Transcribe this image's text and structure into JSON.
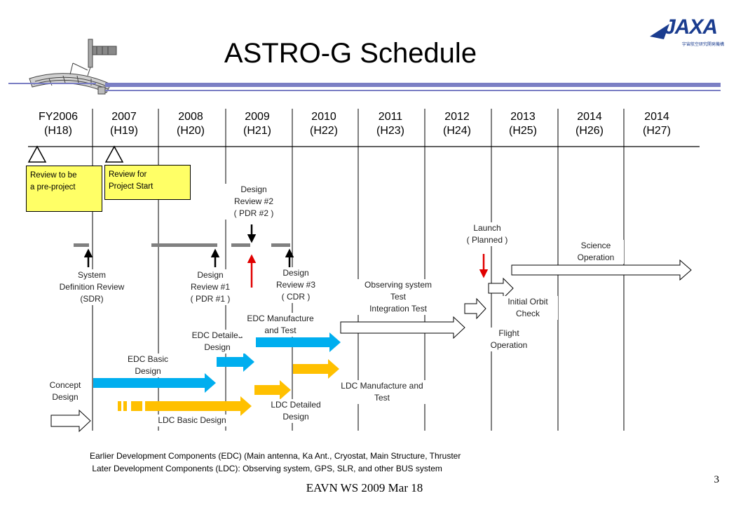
{
  "title": "ASTRO-G Schedule",
  "logo_text": "JAXA",
  "logo_subtext": "宇宙航空研究開発機構",
  "years": [
    {
      "fy": "FY2006",
      "h": "(H18)"
    },
    {
      "fy": "2007",
      "h": "(H19)"
    },
    {
      "fy": "2008",
      "h": "(H20)"
    },
    {
      "fy": "2009",
      "h": "(H21)"
    },
    {
      "fy": "2010",
      "h": "(H22)"
    },
    {
      "fy": "2011",
      "h": "(H23)"
    },
    {
      "fy": "2012",
      "h": "(H24)"
    },
    {
      "fy": "2013",
      "h": "(H25)"
    },
    {
      "fy": "2014",
      "h": "(H26)"
    },
    {
      "fy": "2014",
      "h": "(H27)"
    }
  ],
  "review_boxes": {
    "pre_project": "Review to be\na pre-project",
    "project_start": "Review for\nProject Start"
  },
  "milestones": {
    "sdr": "System\nDefinition Review\n(SDR)",
    "pdr1": "Design\nReview #1\n( PDR #1 )",
    "pdr2": "Design\nReview #2\n( PDR #2 )",
    "cdr": "Design\nReview #3\n( CDR )",
    "launch": "Launch\n( Planned )"
  },
  "phases": {
    "concept": "Concept\nDesign",
    "edc_basic": "EDC Basic\nDesign",
    "edc_detailed": "EDC Detailed\nDesign",
    "edc_manufacture": "EDC Manufacture\nand Test",
    "ldc_basic": "LDC Basic Design",
    "ldc_detailed": "LDC Detailed\nDesign",
    "ldc_manufacture": "LDC Manufacture and\nTest",
    "observing": "Observing system\nTest\nIntegration Test",
    "flight": "Flight\nOperation",
    "initial_orbit": "Initial Orbit\nCheck",
    "science": "Science\nOperation"
  },
  "footnotes": {
    "edc": "Earlier Development Components (EDC) (Main antenna, Ka Ant., Cryostat, Main Structure, Thruster",
    "ldc": " Later Development Components (LDC): Observing system, GPS, SLR, and other BUS system"
  },
  "footer": "EAVN WS 2009 Mar 18",
  "page_number": "3",
  "colors": {
    "edc": "#00aeef",
    "ldc": "#ffc000",
    "review_box": "#ffff66",
    "milestone_red": "#e00000",
    "header_line": "#7b7fc4",
    "logo": "#1a3c8f"
  }
}
